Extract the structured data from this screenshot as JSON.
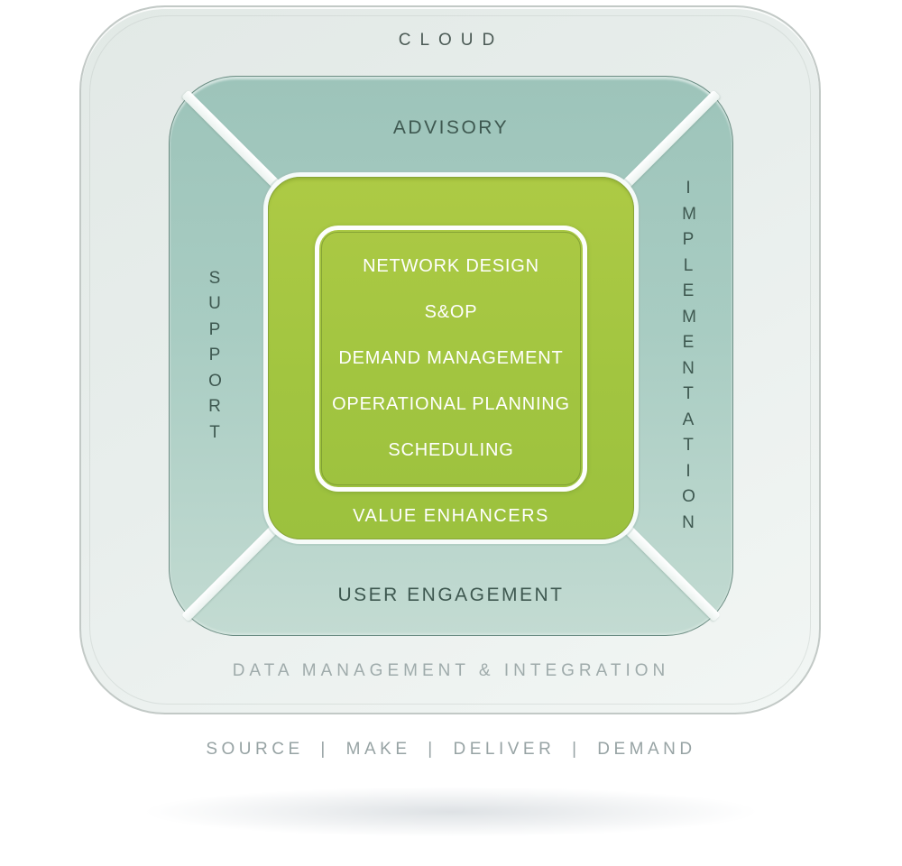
{
  "diagram": {
    "outer": {
      "top_label": "CLOUD",
      "bottom_label": "DATA MANAGEMENT & INTEGRATION"
    },
    "frame": {
      "top_label": "ADVISORY",
      "left_label": "SUPPORT",
      "right_label": "IMPLEMENTATION",
      "bottom_label": "USER ENGAGEMENT"
    },
    "core": {
      "items": [
        "NETWORK DESIGN",
        "S&OP",
        "DEMAND MANAGEMENT",
        "OPERATIONAL PLANNING",
        "SCHEDULING"
      ],
      "footer_label": "VALUE ENHANCERS"
    },
    "caption": "SOURCE | MAKE | DELIVER | DEMAND",
    "colors": {
      "core_green": "#a3c541",
      "frame_teal": "#a7cbc1",
      "outer_shell": "#e9efed",
      "dark_text": "#3e5850",
      "muted_text": "#9fabab",
      "white_text": "#ffffff"
    }
  }
}
